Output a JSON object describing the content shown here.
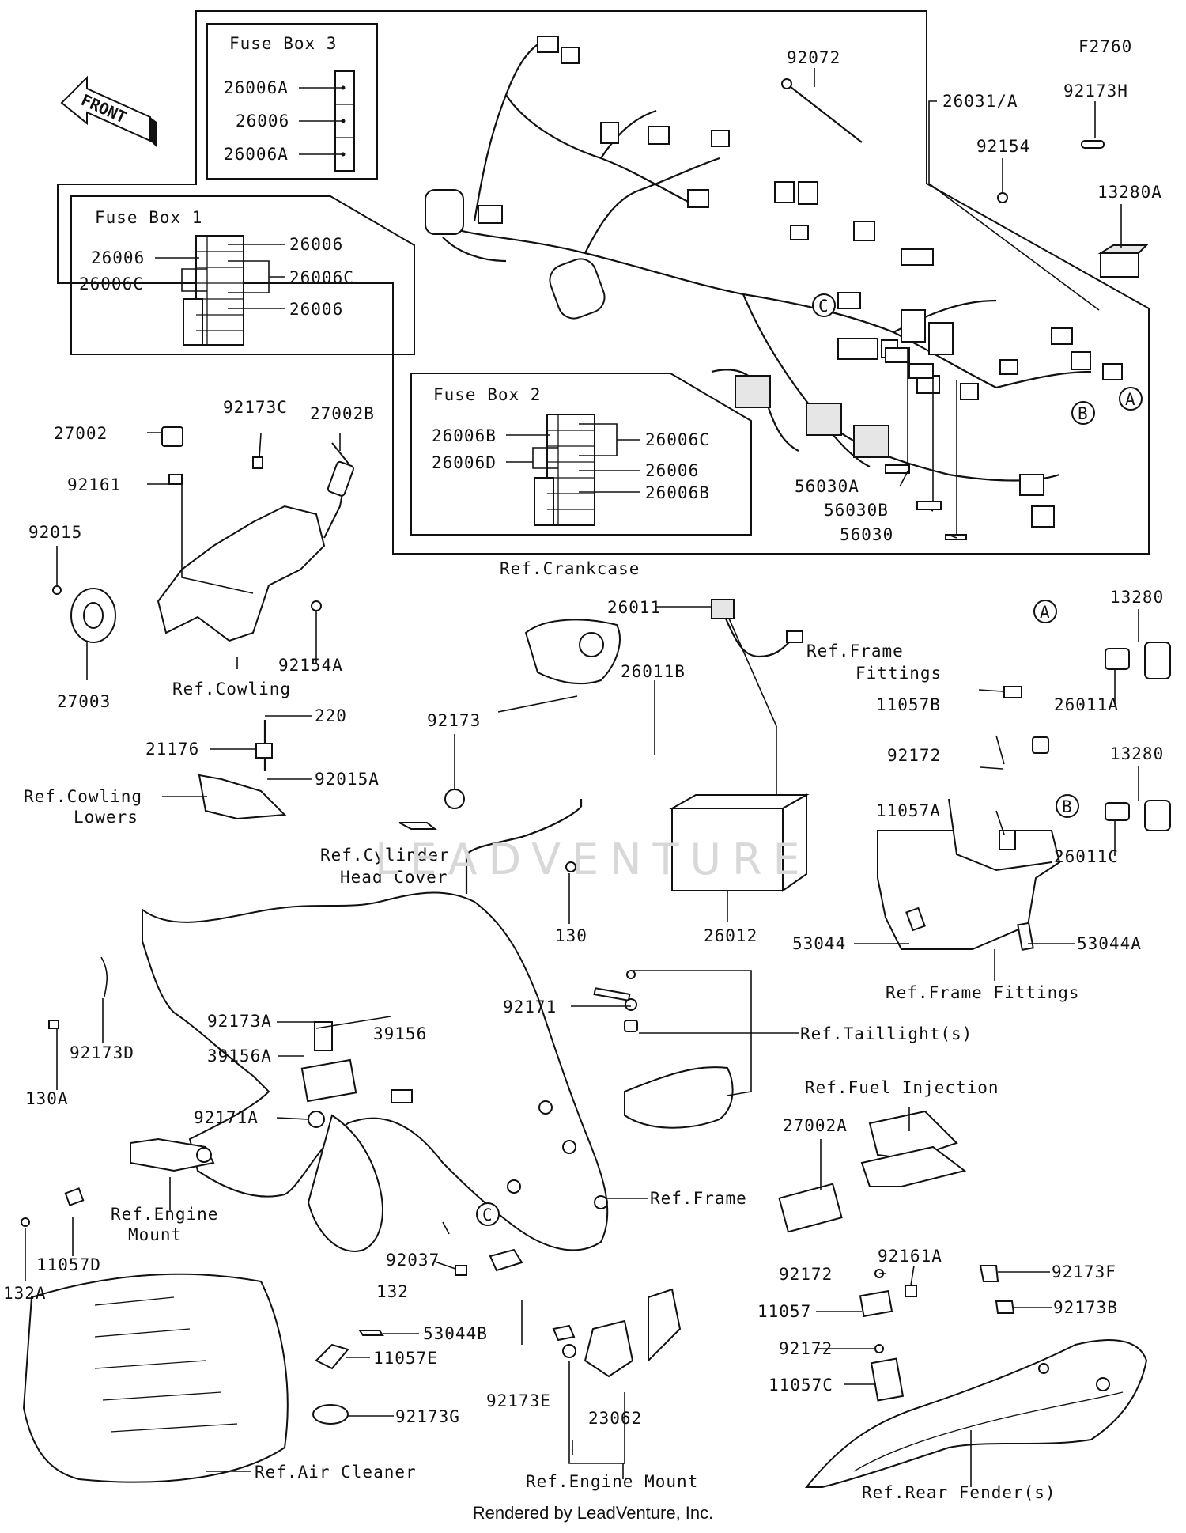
{
  "diagram": {
    "code": "F2760",
    "front_label": "FRONT",
    "watermark": "LEADVENTURE",
    "footer": "Rendered by LeadVenture, Inc.",
    "fuse_boxes": [
      {
        "title": "Fuse Box 3",
        "labels": [
          "26006A",
          "26006",
          "26006A"
        ]
      },
      {
        "title": "Fuse Box 1",
        "labels": [
          "26006",
          "26006",
          "26006C",
          "26006C",
          "26006"
        ]
      },
      {
        "title": "Fuse Box 2",
        "labels": [
          "26006B",
          "26006D",
          "26006C",
          "26006",
          "26006B"
        ]
      }
    ],
    "callouts": [
      "A",
      "B",
      "C",
      "A",
      "B",
      "C"
    ],
    "part_labels": [
      "92072",
      "26031/A",
      "92173H",
      "92154",
      "13280A",
      "56030A",
      "56030B",
      "56030",
      "27002",
      "92173C",
      "27002B",
      "92161",
      "92015",
      "27003",
      "Ref.Cowling",
      "92154A",
      "220",
      "21176",
      "92015A",
      "Ref.Cowling\nLowers",
      "92173",
      "Ref.Cylinder\nHead Cover",
      "Ref.Crankcase",
      "26011",
      "26011B",
      "130",
      "26012",
      "Ref.Frame\nFittings",
      "11057B",
      "92172",
      "11057A",
      "13280",
      "26011A",
      "13280",
      "26011C",
      "53044",
      "53044A",
      "Ref.Frame Fittings",
      "92171",
      "Ref.Taillight(s)",
      "Ref.Fuel Injection",
      "27002A",
      "92161A",
      "92173F",
      "92172",
      "92173B",
      "11057",
      "92172",
      "11057C",
      "Ref.Rear Fender(s)",
      "92173A",
      "39156",
      "39156A",
      "130A",
      "92173D",
      "92171A",
      "Ref.Engine\nMount",
      "11057D",
      "132A",
      "Ref.Frame",
      "92037",
      "132",
      "53044B",
      "11057E",
      "92173E",
      "23062",
      "92173G",
      "Ref.Air Cleaner",
      "Ref.Engine Mount"
    ]
  }
}
